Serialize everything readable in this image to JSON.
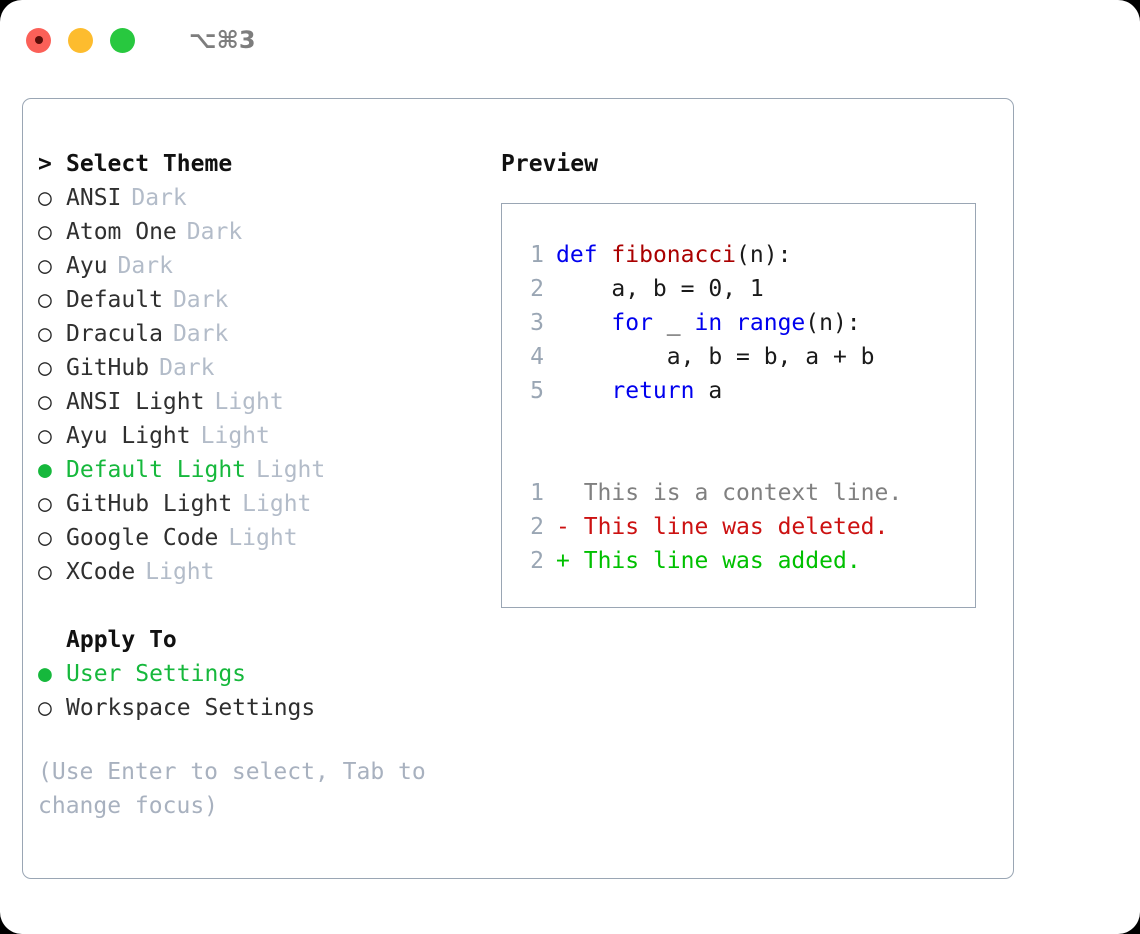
{
  "titlebar": {
    "shortcut": "⌥⌘3",
    "buttons": [
      {
        "name": "close",
        "color": "#fb6058"
      },
      {
        "name": "minimize",
        "color": "#fdbc2e"
      },
      {
        "name": "maximize",
        "color": "#28c83f"
      }
    ]
  },
  "theme_picker": {
    "prompt_marker": ">",
    "header": "Select Theme",
    "bullet_selected": "●",
    "bullet_unselected": "○",
    "items": [
      {
        "name": "ANSI",
        "tag": "Dark",
        "selected": false
      },
      {
        "name": "Atom One",
        "tag": "Dark",
        "selected": false
      },
      {
        "name": "Ayu",
        "tag": "Dark",
        "selected": false
      },
      {
        "name": "Default",
        "tag": "Dark",
        "selected": false
      },
      {
        "name": "Dracula",
        "tag": "Dark",
        "selected": false
      },
      {
        "name": "GitHub",
        "tag": "Dark",
        "selected": false
      },
      {
        "name": "ANSI Light",
        "tag": "Light",
        "selected": false
      },
      {
        "name": "Ayu Light",
        "tag": "Light",
        "selected": false
      },
      {
        "name": "Default Light",
        "tag": "Light",
        "selected": true
      },
      {
        "name": "GitHub Light",
        "tag": "Light",
        "selected": false
      },
      {
        "name": "Google Code",
        "tag": "Light",
        "selected": false
      },
      {
        "name": "XCode",
        "tag": "Light",
        "selected": false
      }
    ]
  },
  "apply_to": {
    "header": "Apply To",
    "options": [
      {
        "label": "User Settings",
        "selected": true
      },
      {
        "label": "Workspace Settings",
        "selected": false
      }
    ]
  },
  "hint": "(Use Enter to select, Tab to change focus)",
  "preview": {
    "title": "Preview",
    "code_lines": [
      {
        "no": "1",
        "text": "def fibonacci(n):"
      },
      {
        "no": "2",
        "text": "    a, b = 0, 1"
      },
      {
        "no": "3",
        "text": "    for _ in range(n):"
      },
      {
        "no": "4",
        "text": "        a, b = b, a + b"
      },
      {
        "no": "5",
        "text": "    return a"
      }
    ],
    "diff_lines": [
      {
        "no": "1",
        "sign": " ",
        "text": "This is a context line.",
        "kind": "context"
      },
      {
        "no": "2",
        "sign": "-",
        "text": "This line was deleted.",
        "kind": "deleted"
      },
      {
        "no": "2",
        "sign": "+",
        "text": "This line was added.",
        "kind": "added"
      }
    ]
  },
  "colors": {
    "accent_green": "#16b83c",
    "keyword_blue": "#0000ee",
    "function_red": "#aa0000",
    "diff_deleted": "#cc1111",
    "diff_added": "#00c000",
    "muted": "#b3bcc9",
    "border": "#9aa6b4"
  }
}
